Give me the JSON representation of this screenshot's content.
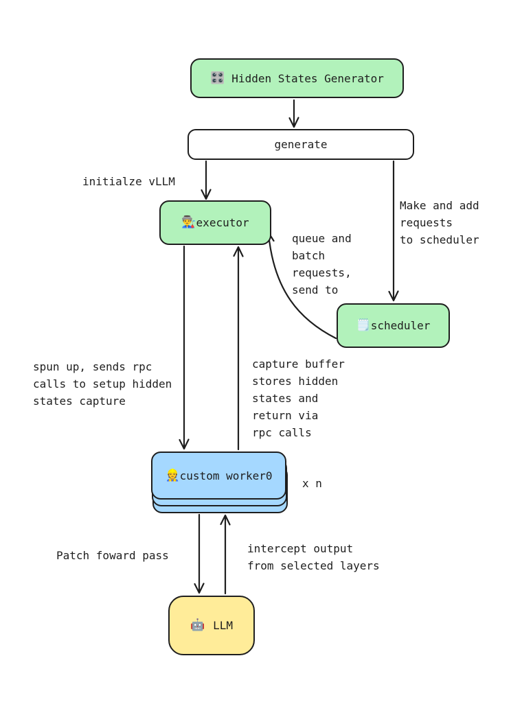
{
  "diagram": {
    "nodes": {
      "generator": {
        "icon": "🎛️",
        "label": "Hidden States Generator",
        "fill": "#b2f2bb"
      },
      "generate": {
        "label": "generate",
        "fill": "#ffffff"
      },
      "executor": {
        "icon": "👨‍🏭",
        "label": "executor",
        "fill": "#b2f2bb"
      },
      "scheduler": {
        "icon": "🗒️",
        "label": "scheduler",
        "fill": "#b2f2bb"
      },
      "worker": {
        "icon": "👷",
        "label": "custom worker0",
        "multiplier": "x n",
        "fill": "#a5d8ff"
      },
      "llm": {
        "icon": "🤖",
        "label": "LLM",
        "fill": "#ffec99"
      }
    },
    "labels": {
      "initialize_vllm": "initialze vLLM",
      "make_and_add": "Make and add\nrequests\nto scheduler",
      "queue_and_batch": "queue and\nbatch\nrequests,\nsend to",
      "spun_up": "spun up, sends rpc\ncalls to setup hidden\nstates capture",
      "capture_buffer": "capture buffer\nstores hidden\nstates and\nreturn via\nrpc calls",
      "patch_forward": "Patch foward pass",
      "intercept_output": "intercept output\nfrom selected layers"
    },
    "colors": {
      "stroke": "#1e1e1e",
      "green": "#b2f2bb",
      "blue": "#a5d8ff",
      "yellow": "#ffec99",
      "white": "#ffffff",
      "background": "#ffffff"
    }
  }
}
